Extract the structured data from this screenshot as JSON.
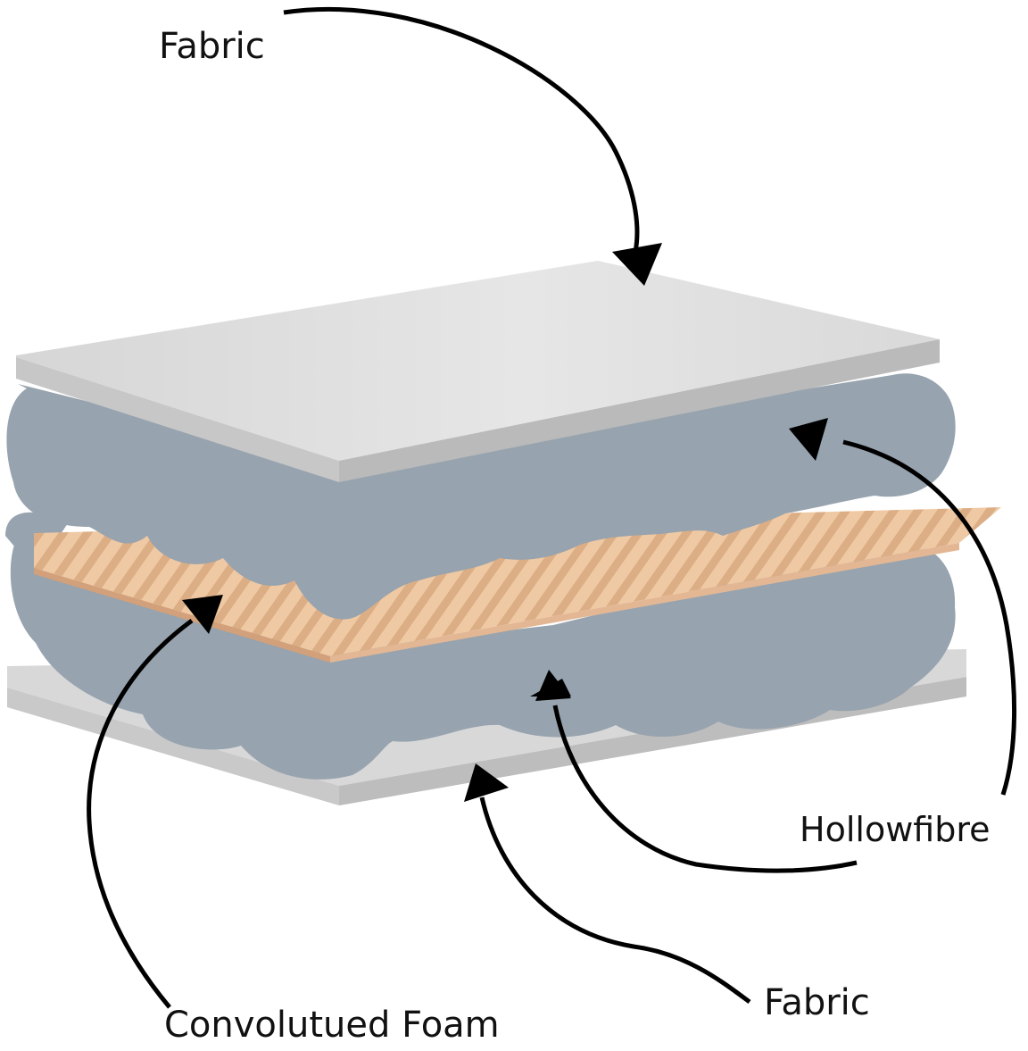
{
  "labels": {
    "fabric_top": "Fabric",
    "hollowfibre": "Hollowfibre",
    "fabric_bottom": "Fabric",
    "convoluted_foam": "Convolutued Foam"
  },
  "layers": [
    {
      "name": "Fabric",
      "position": "top",
      "color": "#dcdcdc"
    },
    {
      "name": "Hollowfibre",
      "position": "upper",
      "color": "#97a3ae"
    },
    {
      "name": "Convolutued Foam",
      "position": "middle",
      "color": "#eec8a0"
    },
    {
      "name": "Hollowfibre",
      "position": "lower",
      "color": "#97a3ae"
    },
    {
      "name": "Fabric",
      "position": "bottom",
      "color": "#dcdcdc"
    }
  ],
  "colors": {
    "background": "#ffffff",
    "fabric_light": "#ececec",
    "fabric_dark": "#cfcfcf",
    "hollowfibre": "#97a3ae",
    "foam": "#eec8a0",
    "foam_ridge": "#d9a57a",
    "arrow": "#000000"
  }
}
